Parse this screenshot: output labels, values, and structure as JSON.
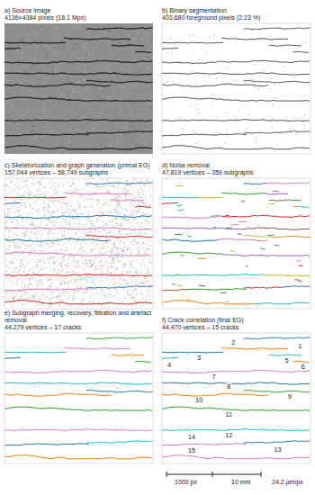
{
  "diagram": {
    "nodes": [
      {
        "text": [
          "a) Source image",
          "4136×4384 pixels (18.1 Mpx)"
        ]
      },
      {
        "text": [
          "b) Binary segmentation",
          "403,680 foreground pixels (2.23 %)"
        ]
      },
      {
        "text": [
          "c) Skeletonization and graph generation (primal EG)",
          "157,044 vertices – 58,749 subgraphs"
        ]
      },
      {
        "text": [
          "d) Noise removal",
          "47,819 vertices – 359 subgraphs"
        ]
      },
      {
        "text": [
          "e) Subgraph merging, recovery, filtration and artefact removal",
          "44,279 vertices – 17 cracks"
        ]
      },
      {
        "text": [
          "f) Crack correlation (final EG)",
          "44,470 vertices – 15 cracks"
        ]
      }
    ],
    "edges": [],
    "labels": [
      "1",
      "2",
      "3",
      "4",
      "5",
      "6",
      "7",
      "8",
      "9",
      "10",
      "11",
      "12",
      "13",
      "14",
      "15",
      "1000 px",
      "10 mm",
      "24.2 µm/px"
    ]
  }
}
